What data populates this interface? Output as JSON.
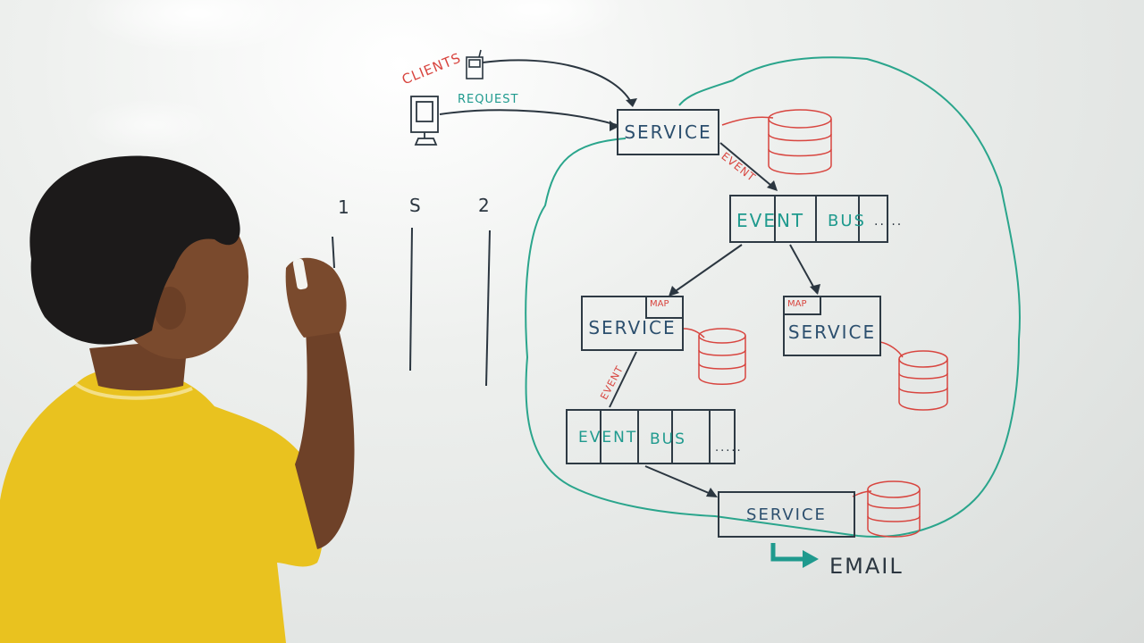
{
  "scene": {
    "description_labels": {
      "clients": "CLIENTS",
      "request": "REQUEST",
      "service_top": "SERVICE",
      "event_top": "EVENT",
      "event_bus_1_event": "EVENT",
      "event_bus_1_bus": "BUS",
      "event_bus_1_dots": ".....",
      "map_left": "MAP",
      "service_left": "SERVICE",
      "map_right": "MAP",
      "service_right": "SERVICE",
      "event_mid": "EVENT",
      "event_bus_2_event": "EVENT",
      "event_bus_2_bus": "BUS",
      "event_bus_2_dots": ".....",
      "service_bottom": "SERVICE",
      "email": "EMAIL",
      "col_1": "1",
      "col_s": "S",
      "col_2": "2"
    },
    "colors": {
      "teal": "#1f9a8e",
      "red": "#d8453f",
      "ink": "#2e3a44",
      "shirt": "#e9c21f",
      "hair": "#1c1a1a",
      "skin": "#7a4a2d"
    }
  }
}
